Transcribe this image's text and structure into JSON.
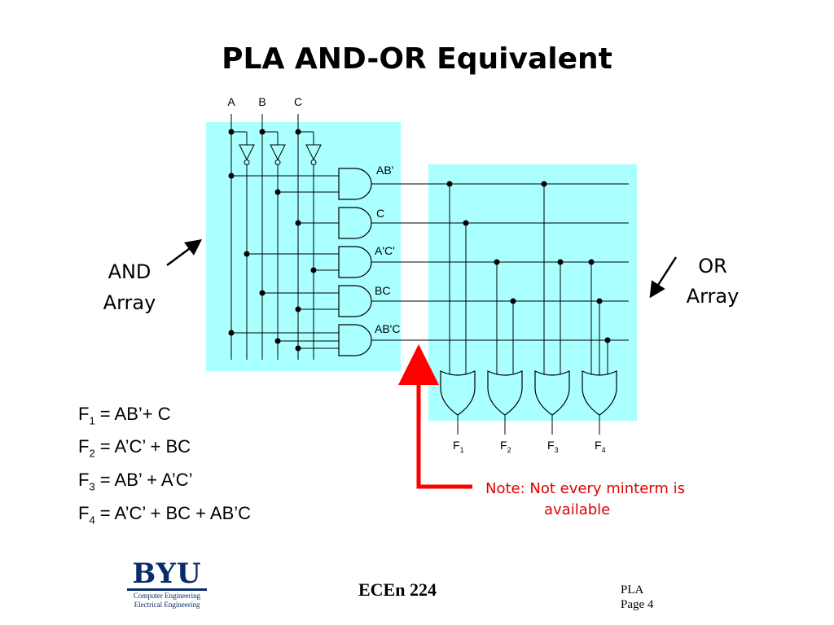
{
  "title": "PLA AND-OR Equivalent",
  "inputs": [
    "A",
    "B",
    "C"
  ],
  "products": [
    "AB'",
    "C",
    "A'C'",
    "BC",
    "AB'C"
  ],
  "outputs": [
    {
      "name": "F",
      "sub": "1"
    },
    {
      "name": "F",
      "sub": "2"
    },
    {
      "name": "F",
      "sub": "3"
    },
    {
      "name": "F",
      "sub": "4"
    }
  ],
  "and_array_label": {
    "line1": "AND",
    "line2": "Array"
  },
  "or_array_label": {
    "line1": "OR",
    "line2": "Array"
  },
  "equations": [
    {
      "lhs": "F",
      "sub": "1",
      "rhs": " = AB’+ C"
    },
    {
      "lhs": "F",
      "sub": "2",
      "rhs": " = A’C’ + BC"
    },
    {
      "lhs": "F",
      "sub": "3",
      "rhs": " = AB’ + A’C’"
    },
    {
      "lhs": "F",
      "sub": "4",
      "rhs": " = A’C’ + BC + AB’C"
    }
  ],
  "note": {
    "line1": "Note: Not every minterm is",
    "line2": "available"
  },
  "logo": {
    "main": "BYU",
    "line1": "Computer Engineering",
    "line2": "Electrical Engineering"
  },
  "course": "ECEn 224",
  "page": {
    "line1": "PLA",
    "line2": "Page 4"
  },
  "colors": {
    "array_fill": "#aaffff",
    "arrow": "#ff0000",
    "note": "#e00000",
    "logo": "#0a2a6b"
  }
}
